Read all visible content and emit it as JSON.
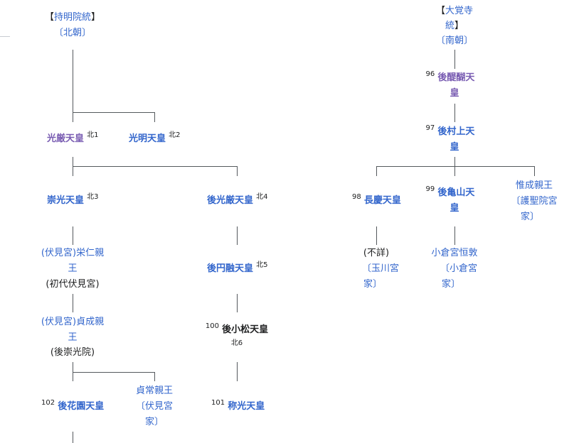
{
  "north": {
    "header": {
      "line1": "持明院統",
      "open": "【",
      "close": "】",
      "line2": "〔北朝〕"
    },
    "kogon": {
      "name": "光厳天皇",
      "num": "北1"
    },
    "komyo": {
      "name": "光明天皇",
      "num": "北2"
    },
    "suko": {
      "name": "崇光天皇",
      "num": "北3"
    },
    "gokogon": {
      "name": "後光厳天皇",
      "num": "北4"
    },
    "yoshihito": {
      "line1": "(伏見宮)栄仁親",
      "line2": "王",
      "note": "(初代伏見宮)"
    },
    "goenyu": {
      "name": "後円融天皇",
      "num": "北5"
    },
    "sadafusa": {
      "line1": "(伏見宮)貞成親",
      "line2": "王",
      "note": "(後崇光院)"
    },
    "gokomatsu": {
      "pre": "100",
      "name": "後小松天皇",
      "num": "北6"
    },
    "gohanazono": {
      "pre": "102",
      "name": "後花園天皇"
    },
    "sadatsune": {
      "line1": "貞常親王",
      "line2": "〔伏見宮",
      "line3": "家〕"
    },
    "shoko": {
      "pre": "101",
      "name": "称光天皇"
    }
  },
  "south": {
    "header": {
      "line1": "大覚寺",
      "line2": "統",
      "open": "【",
      "close": "】",
      "line3": "〔南朝〕"
    },
    "godaigo": {
      "pre": "96",
      "line1": "後醍醐天",
      "line2": "皇"
    },
    "gomurakami": {
      "pre": "97",
      "line1": "後村上天",
      "line2": "皇"
    },
    "chokei": {
      "pre": "98",
      "name": "長慶天皇"
    },
    "gokameyama": {
      "pre": "99",
      "line1": "後亀山天",
      "line2": "皇"
    },
    "korenari": {
      "line1": "惟成親王",
      "line2": "〔護聖院宮",
      "line3": "家〕"
    },
    "fusho": {
      "line1": "(不詳)",
      "line2": "〔玉川宮",
      "line3": "家〕"
    },
    "ogura": {
      "line1": "小倉宮恒敦",
      "line2": "〔小倉宮",
      "line3": "家〕"
    }
  }
}
